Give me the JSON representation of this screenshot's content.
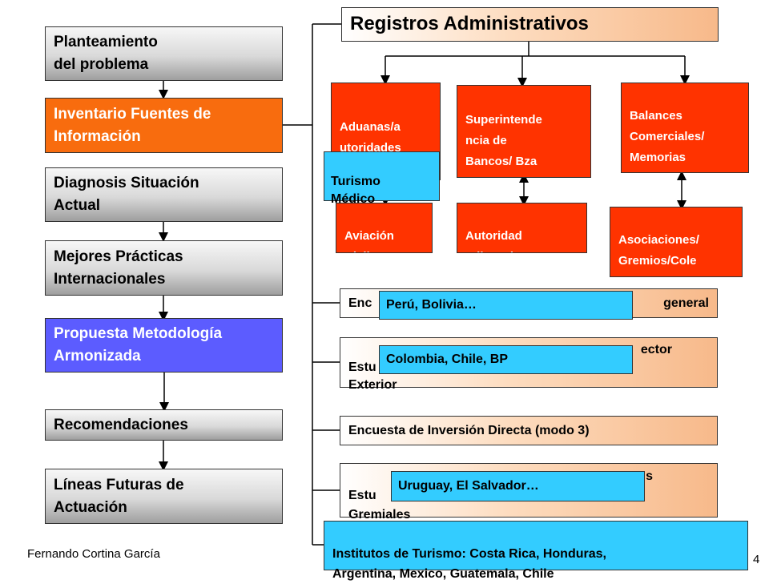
{
  "process_steps": [
    {
      "label": "Planteamiento\ndel problema"
    },
    {
      "label": "Inventario Fuentes de\nInformación"
    },
    {
      "label": "Diagnosis Situación\nActual"
    },
    {
      "label": "Mejores Prácticas\nInternacionales"
    },
    {
      "label": "Propuesta Metodología\nArmonizada"
    },
    {
      "label": "Recomendaciones"
    },
    {
      "label": "Líneas Futuras de\nActuación"
    }
  ],
  "registros": {
    "title": "Registros Administrativos",
    "sources": [
      {
        "label": "Aduanas/a\nutoridades\nmigratorias",
        "linked": "Aviación\nCivil"
      },
      {
        "label": "Superintende\nncia de\nBancos/ Bza\nCambiaria",
        "linked": "Autoridad\nTributaria"
      },
      {
        "label": "Balances\nComerciales/\nMemorias\nAnuales",
        "linked": "Asociaciones/\nGremios/Cole\ngios Prof"
      }
    ],
    "overlay": "Turismo\nMédico"
  },
  "surveys": [
    {
      "label": "Encuesta ... general",
      "label_left": "Enc",
      "label_right": "general",
      "note": "Perú, Bolivia…"
    },
    {
      "label_left": "Estu\nExterior",
      "label_right": "ector",
      "note": "Colombia, Chile, BP"
    },
    {
      "label": "Encuesta de Inversión Directa (modo 3)"
    },
    {
      "label_left": "Estu\nGremiales",
      "label_right": "s",
      "note": "Uruguay, El Salvador…"
    }
  ],
  "institutos": "Institutos de Turismo: Costa Rica, Honduras,\nArgentina, Mexico, Guatemala, Chile",
  "footer": {
    "author": "Fernando Cortina García",
    "page": "4"
  },
  "colors": {
    "orange": "#f86c0e",
    "blue": "#5c5cff",
    "red": "#ff3300",
    "cyan": "#33ccff"
  }
}
